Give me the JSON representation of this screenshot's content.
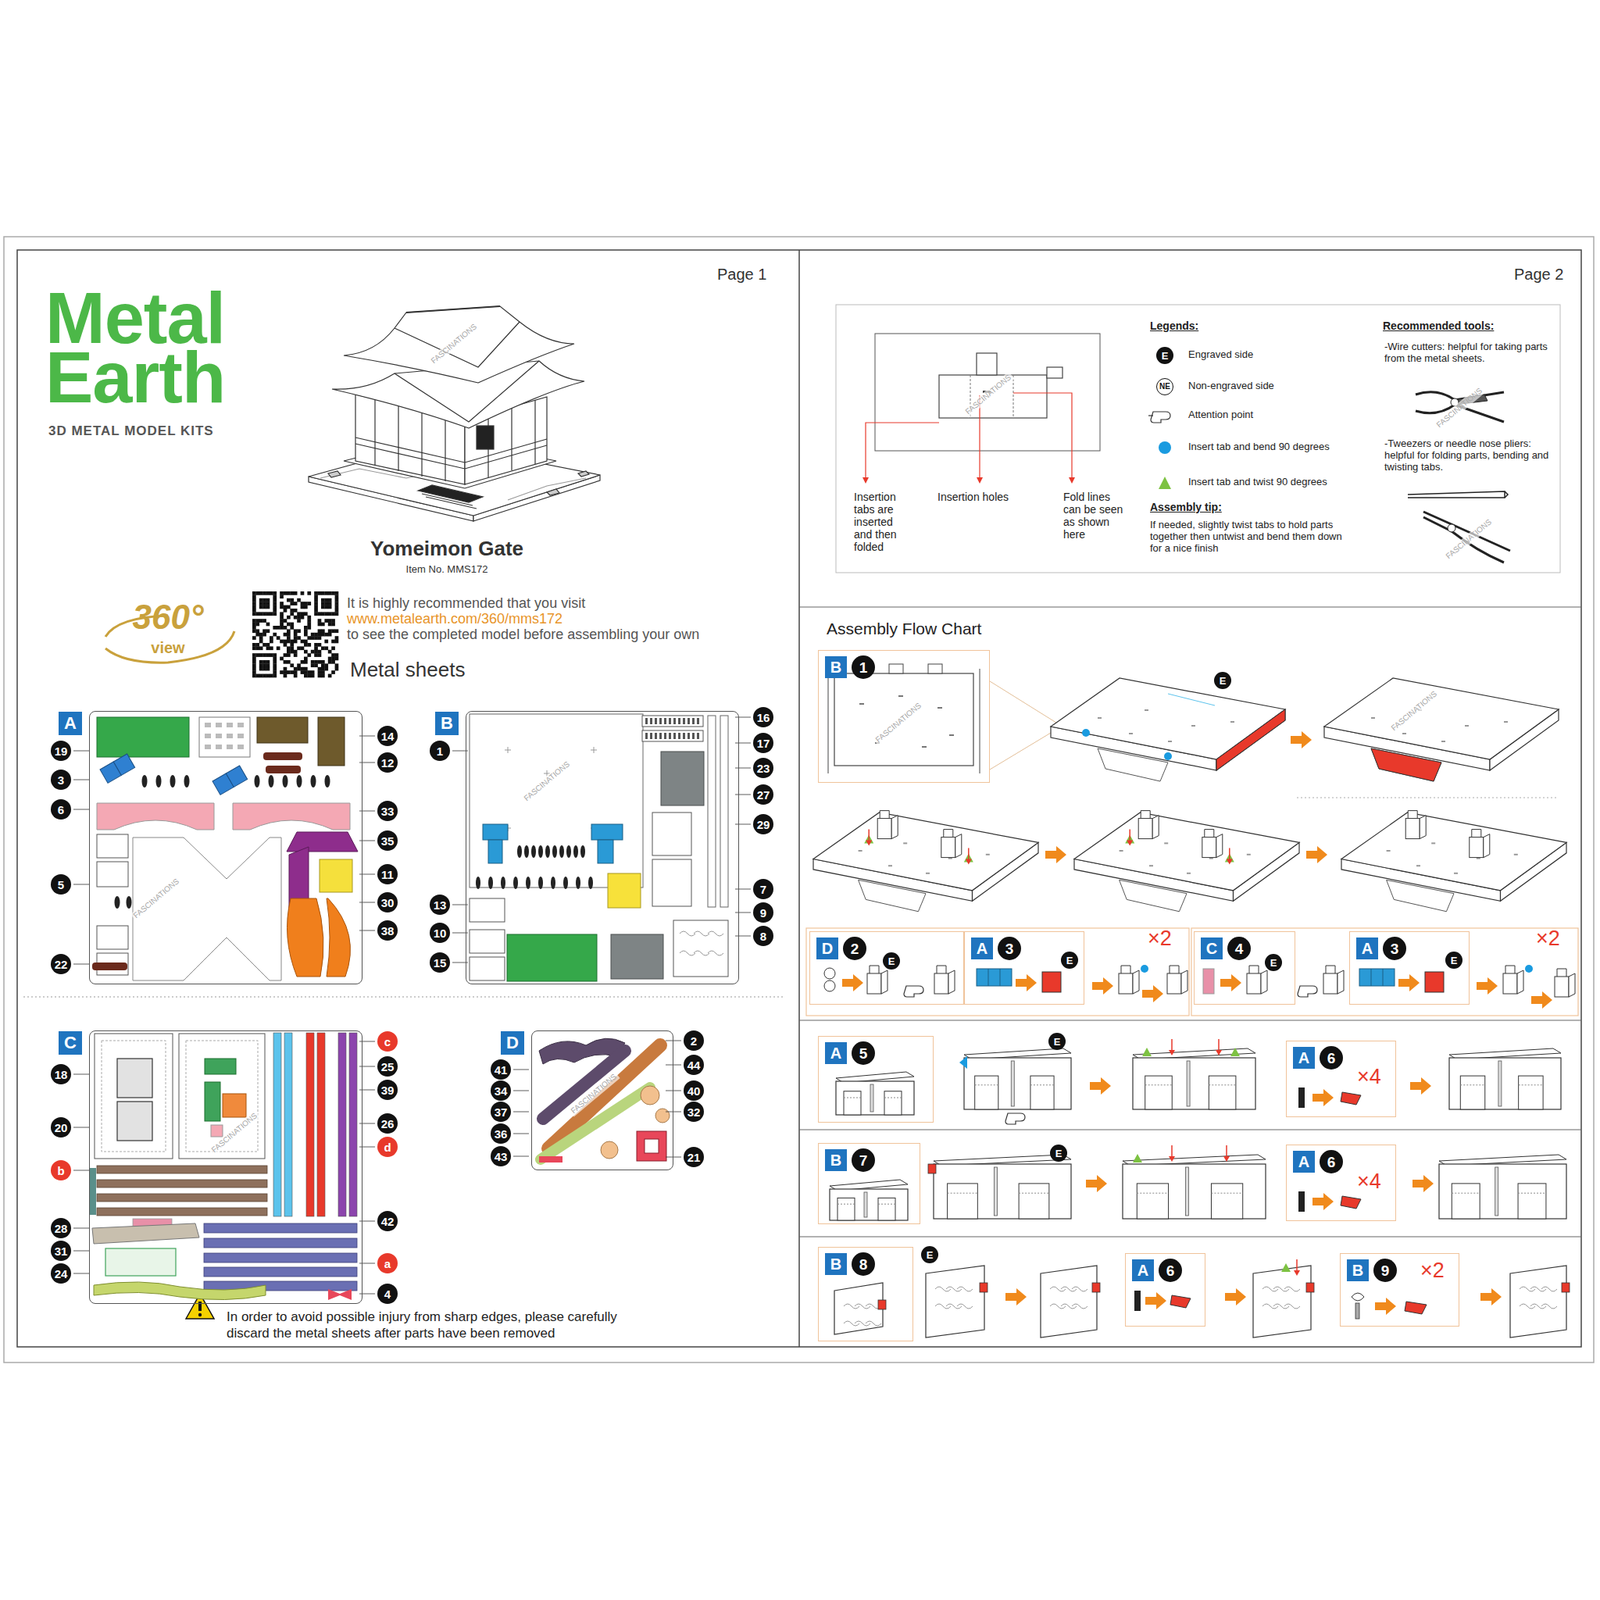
{
  "diagram": {
    "title": "Yomeimon Gate",
    "nodes": [
      {
        "text": [
          "A"
        ]
      },
      {
        "text": [
          "B"
        ]
      },
      {
        "text": [
          "C"
        ]
      },
      {
        "text": [
          "D"
        ]
      },
      {
        "text": [
          "B",
          "1"
        ]
      },
      {
        "text": [
          "D",
          "2"
        ]
      },
      {
        "text": [
          "A",
          "3"
        ]
      },
      {
        "text": [
          "C",
          "4"
        ]
      },
      {
        "text": [
          "A",
          "3"
        ]
      },
      {
        "text": [
          "A",
          "5"
        ]
      },
      {
        "text": [
          "A",
          "6"
        ]
      },
      {
        "text": [
          "B",
          "7"
        ]
      },
      {
        "text": [
          "A",
          "6"
        ]
      },
      {
        "text": [
          "B",
          "8"
        ]
      },
      {
        "text": [
          "A",
          "6"
        ]
      },
      {
        "text": [
          "B",
          "9"
        ]
      }
    ],
    "labels": [
      "Page 1",
      "Metal",
      "Earth",
      "3D METAL MODEL KITS",
      "Item No. MMS172",
      "360°",
      "view",
      "It is highly recommended that you visit",
      "www.metalearth.com/360/mms172",
      "to see the completed model before assembling your own",
      "Metal sheets",
      "19",
      "3",
      "6",
      "5",
      "22",
      "14",
      "12",
      "33",
      "35",
      "11",
      "30",
      "38",
      "1",
      "13",
      "10",
      "15",
      "16",
      "17",
      "23",
      "27",
      "29",
      "7",
      "9",
      "8",
      "18",
      "20",
      "b",
      "28",
      "31",
      "24",
      "c",
      "25",
      "39",
      "26",
      "d",
      "42",
      "a",
      "4",
      "41",
      "34",
      "37",
      "36",
      "43",
      "2",
      "44",
      "40",
      "32",
      "21",
      "In order to avoid possible injury from sharp edges, please carefully",
      "discard the metal sheets after parts have been removed",
      "Page 2",
      "Insertion tabs are inserted and then folded",
      "Insertion holes",
      "Fold lines can be seen as shown here",
      "Legends:",
      "E",
      "NE",
      "Assembly tip:",
      "If needed, slightly twist tabs to hold parts together then untwist and bend them down for a nice finish",
      "Recommended tools:",
      "-Wire cutters: helpful for taking parts from the metal sheets.",
      "-Tweezers or needle nose pliers: helpful for folding parts, bending and twisting tabs.",
      "Assembly Flow Chart",
      "E",
      "E",
      "E",
      "E",
      "E",
      "E",
      "E",
      "E",
      "×2",
      "×2",
      "×4",
      "×4",
      "×2",
      "FASCINATIONS",
      "FASCINATIONS",
      "FASCINATIONS",
      "FASCINATIONS",
      "FASCINATIONS",
      "FASCINATIONS",
      "FASCINATIONS",
      "FASCINATIONS",
      "FASCINATIONS",
      "FASCINATIONS"
    ],
    "legend": [
      {
        "text": "Engraved side"
      },
      {
        "text": "Non-engraved side"
      },
      {
        "text": "Attention point"
      },
      {
        "text": "Insert tab and bend 90 degrees",
        "color": "#1a9be0"
      },
      {
        "text": "Insert tab and twist 90 degrees",
        "color": "#7dc242"
      }
    ]
  }
}
